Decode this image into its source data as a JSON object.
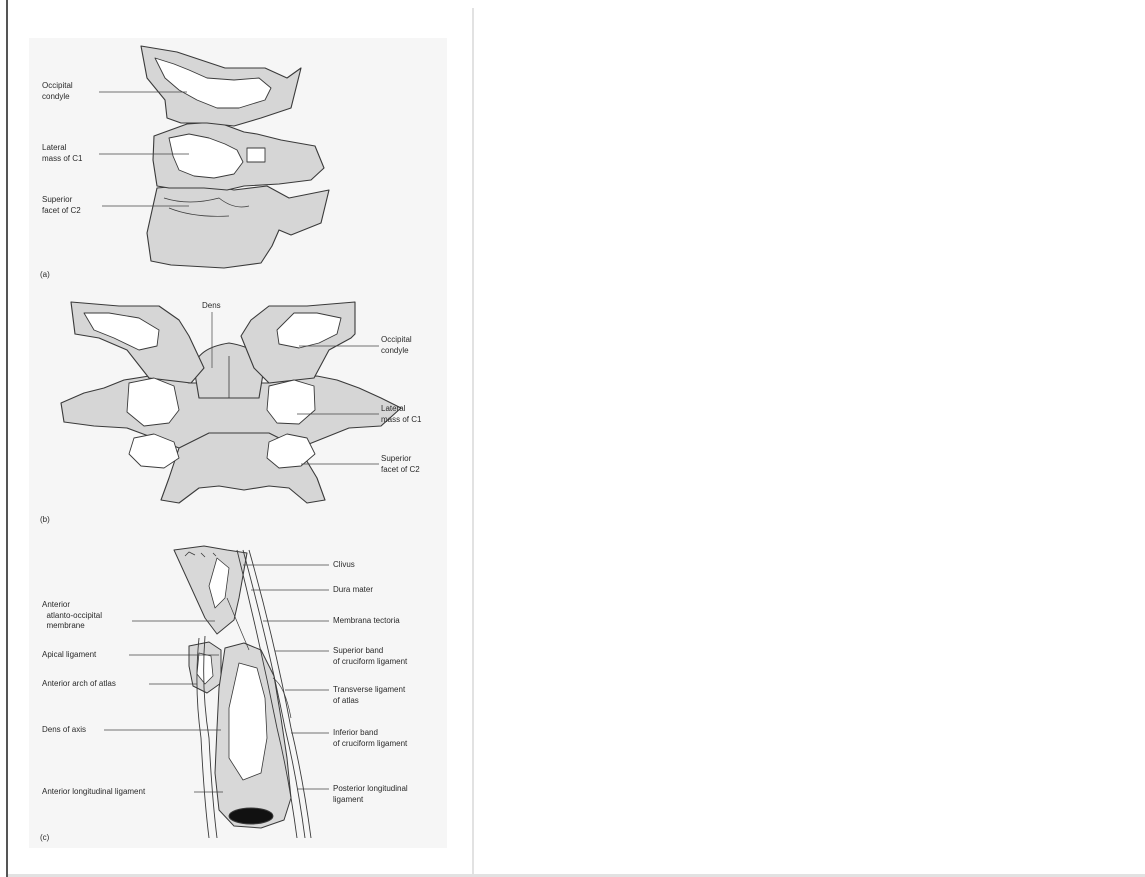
{
  "figure": {
    "panel_a": {
      "letter": "(a)",
      "labels": {
        "occipital_condyle": "Occipital\ncondyle",
        "lateral_mass": "Lateral\nmass of C1",
        "superior_facet": "Superior\nfacet of C2"
      }
    },
    "panel_b": {
      "letter": "(b)",
      "labels": {
        "dens": "Dens",
        "occipital_condyle": "Occipital\ncondyle",
        "lateral_mass": "Lateral\nmass of C1",
        "superior_facet": "Superior\nfacet of C2"
      }
    },
    "panel_c": {
      "letter": "(c)",
      "left_labels": {
        "anterior_atlanto_occipital": "Anterior\n  atlanto-occipital\n  membrane",
        "apical_ligament": "Apical ligament",
        "anterior_arch": "Anterior arch of atlas",
        "dens_of_axis": "Dens of axis",
        "anterior_longitudinal": "Anterior longitudinal ligament"
      },
      "right_labels": {
        "clivus": "Clivus",
        "dura_mater": "Dura mater",
        "membrana_tectoria": "Membrana tectoria",
        "superior_band": "Superior band\nof cruciform ligament",
        "transverse_ligament": "Transverse ligament\nof atlas",
        "inferior_band": "Inferior band\nof cruciform ligament",
        "posterior_longitudinal": "Posterior longitudinal\nligament"
      }
    }
  }
}
